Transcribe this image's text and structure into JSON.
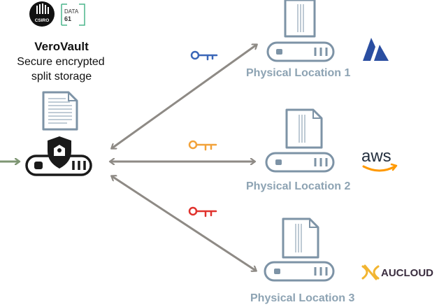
{
  "header": {
    "org1": "CSIRO",
    "org2_line1": "DATA",
    "org2_line2": "61",
    "product": "VeroVault",
    "tagline_line1": "Secure encrypted",
    "tagline_line2": "split storage"
  },
  "locations": [
    {
      "label": "Physical Location 1",
      "provider": "Atlassian",
      "key_color": "#3b67b8"
    },
    {
      "label": "Physical Location 2",
      "provider": "aws",
      "key_color": "#f2a23a"
    },
    {
      "label": "Physical Location 3",
      "provider": "AUCLOUD",
      "key_color": "#e0322d"
    }
  ],
  "colors": {
    "arrow": "#8e8a85",
    "server": "#7d93a6",
    "vault": "#1a1a1a",
    "inbound_arrow": "#7e9673",
    "document": "#7d93a6",
    "aws_text": "#232f3e",
    "aws_smile": "#ff9900",
    "atlassian": "#2a4ea1",
    "aucloud_mark": "#f2b531"
  }
}
